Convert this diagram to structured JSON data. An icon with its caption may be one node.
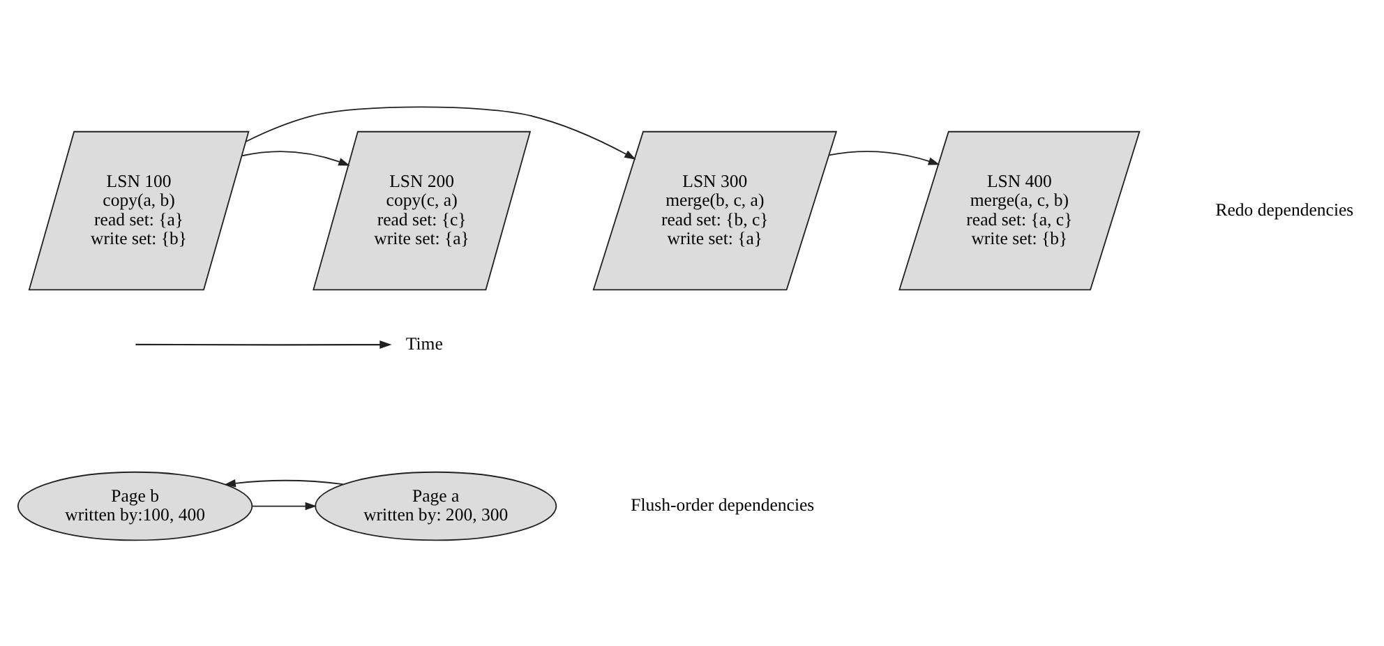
{
  "diagram": {
    "nodes": [
      {
        "text": [
          "LSN 100",
          "copy(a, b)",
          "read set: {a}",
          "write set: {b}"
        ]
      },
      {
        "text": [
          "LSN 200",
          "copy(c, a)",
          "read set: {c}",
          "write set: {a}"
        ]
      },
      {
        "text": [
          "LSN 300",
          "merge(b, c, a)",
          "read set: {b, c}",
          "write set: {a}"
        ]
      },
      {
        "text": [
          "LSN 400",
          "merge(a, c, b)",
          "read set: {a, c}",
          "write set: {b}"
        ]
      },
      {
        "text": [
          "Page b",
          "written by:100, 400"
        ]
      },
      {
        "text": [
          "Page a",
          "written by: 200, 300"
        ]
      }
    ],
    "edges": [
      {
        "from": 0,
        "to": 1,
        "arrow": "to"
      },
      {
        "from": 0,
        "to": 2,
        "arrow": "to"
      },
      {
        "from": 2,
        "to": 3,
        "arrow": "to"
      },
      {
        "from": 4,
        "to": 5,
        "arrow": "to"
      },
      {
        "from": 5,
        "to": 4,
        "arrow": "to"
      }
    ],
    "labels": [
      "Redo dependencies",
      "Time",
      "Flush-order dependencies"
    ]
  }
}
